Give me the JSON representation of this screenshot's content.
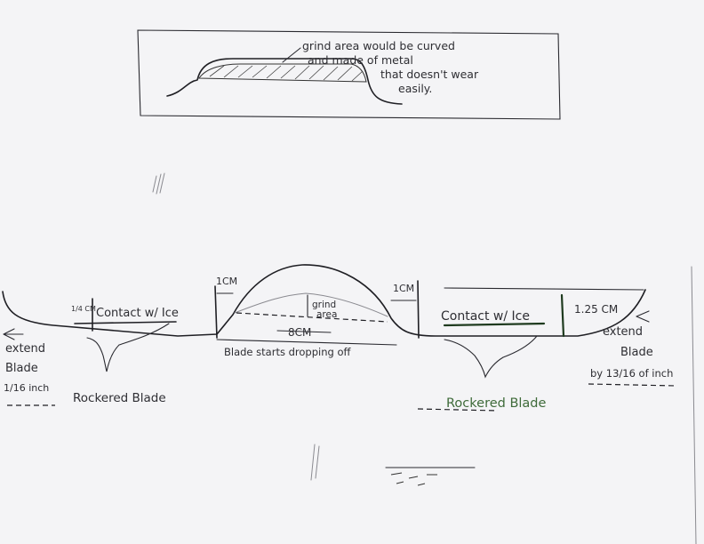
{
  "inset": {
    "note_line1": "grind area would be curved",
    "note_line2": "and made of metal",
    "note_line3": "that doesn't wear",
    "note_line4": "easily."
  },
  "main": {
    "left_height_label": "1/4 CM",
    "left_contact_label": "Contact w/ Ice",
    "left_extend_line1": "extend",
    "left_extend_line2": "Blade",
    "left_extend_line3": "1/16 inch",
    "left_rockered_label": "Rockered Blade",
    "left_gap_label": "1CM",
    "grind_label_line1": "grind",
    "grind_label_line2": "area",
    "grind_width_label": "8CM",
    "right_gap_label": "1CM",
    "drop_label": "Blade starts dropping off",
    "right_contact_label": "Contact w/ Ice",
    "right_height_label": "1.25 CM",
    "right_extend_line1": "extend",
    "right_extend_line2": "Blade",
    "right_extend_line3": "by 13/16 of inch",
    "right_rockered_label": "Rockered Blade"
  },
  "colors": {
    "paper": "#f3f3f5",
    "ink": "#1f1f24",
    "green_label": "#3f6b3a"
  }
}
